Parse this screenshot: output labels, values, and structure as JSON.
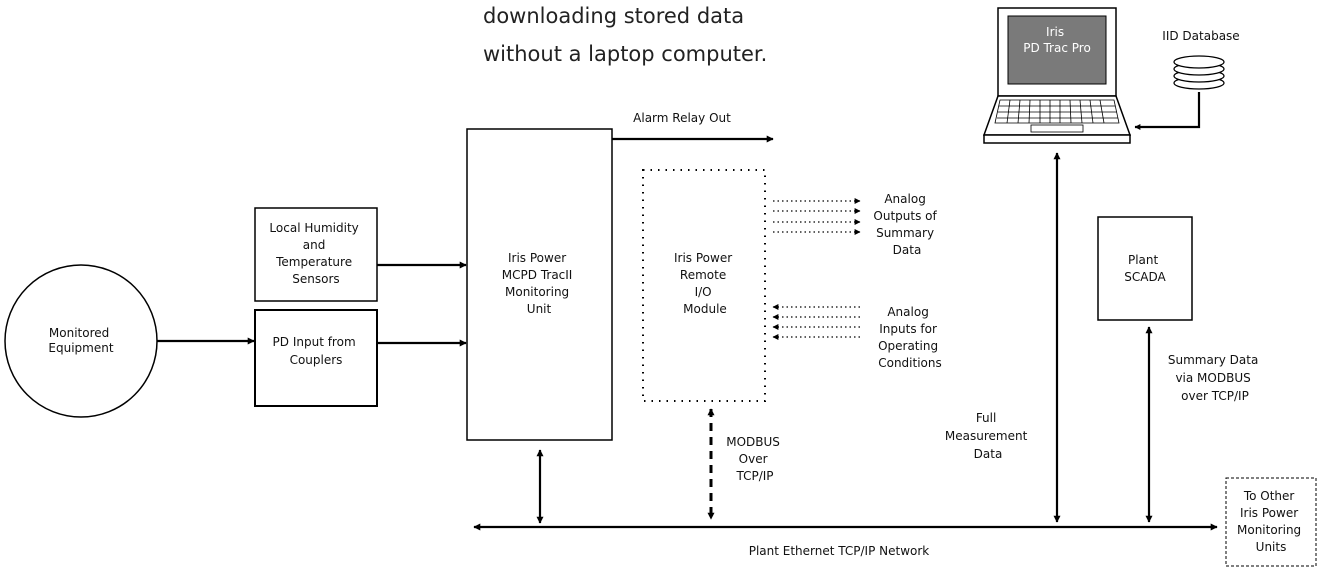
{
  "header_text": {
    "line1": "downloading stored data",
    "line2": "without a laptop computer."
  },
  "nodes": {
    "monitored_equipment": [
      "Monitored",
      "Equipment"
    ],
    "sensors": [
      "Local Humidity",
      "and",
      "Temperature",
      "Sensors"
    ],
    "pd_input": [
      "PD Input from",
      "Couplers"
    ],
    "mcpd_unit": [
      "Iris Power",
      "MCPD TracII",
      "Monitoring",
      "Unit"
    ],
    "remote_io": [
      "Iris Power",
      "Remote",
      "I/O",
      "Module"
    ],
    "laptop_screen": [
      "Iris",
      "PD Trac Pro"
    ],
    "iid_database": "IID Database",
    "plant_scada": [
      "Plant",
      "SCADA"
    ],
    "other_units": [
      "To Other",
      "Iris Power",
      "Monitoring",
      "Units"
    ]
  },
  "labels": {
    "alarm_relay": "Alarm Relay Out",
    "analog_outputs": [
      "Analog",
      "Outputs of",
      "Summary",
      "Data"
    ],
    "analog_inputs": [
      "Analog",
      "Inputs for",
      "Operating",
      "Conditions"
    ],
    "modbus": [
      "MODBUS",
      "Over",
      "TCP/IP"
    ],
    "full_measurement": [
      "Full",
      "Measurement",
      "Data"
    ],
    "summary_modbus": [
      "Summary Data",
      "via MODBUS",
      "over TCP/IP"
    ],
    "network": "Plant Ethernet TCP/IP Network"
  }
}
